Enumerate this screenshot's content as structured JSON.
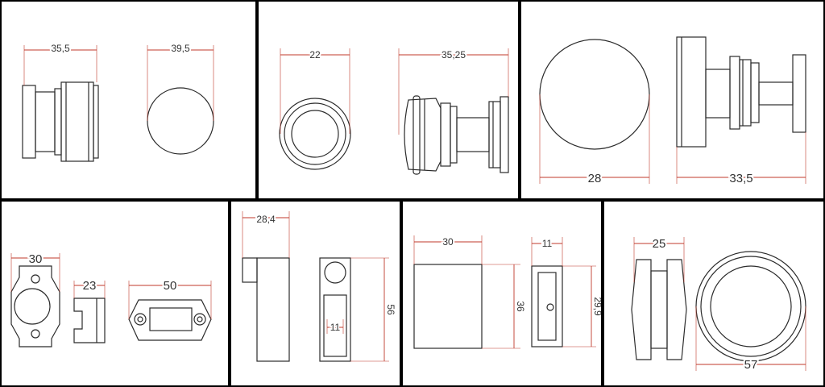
{
  "colors": {
    "frame": "#000000",
    "panel": "#ffffff",
    "outline": "#2b2b2b",
    "dimension": "#c0392b"
  },
  "panels": [
    {
      "id": "p1",
      "dimensions": [
        "35,5",
        "39,5"
      ]
    },
    {
      "id": "p2",
      "dimensions": [
        "22",
        "35,25"
      ]
    },
    {
      "id": "p3",
      "dimensions": [
        "28",
        "33,5"
      ]
    },
    {
      "id": "p4",
      "dimensions": [
        "30",
        "23",
        "50"
      ]
    },
    {
      "id": "p5",
      "dimensions": [
        "28,4",
        "56",
        "11"
      ]
    },
    {
      "id": "p6",
      "dimensions": [
        "30",
        "36",
        "11",
        "29,9"
      ]
    },
    {
      "id": "p7",
      "dimensions": [
        "25",
        "57"
      ]
    }
  ]
}
